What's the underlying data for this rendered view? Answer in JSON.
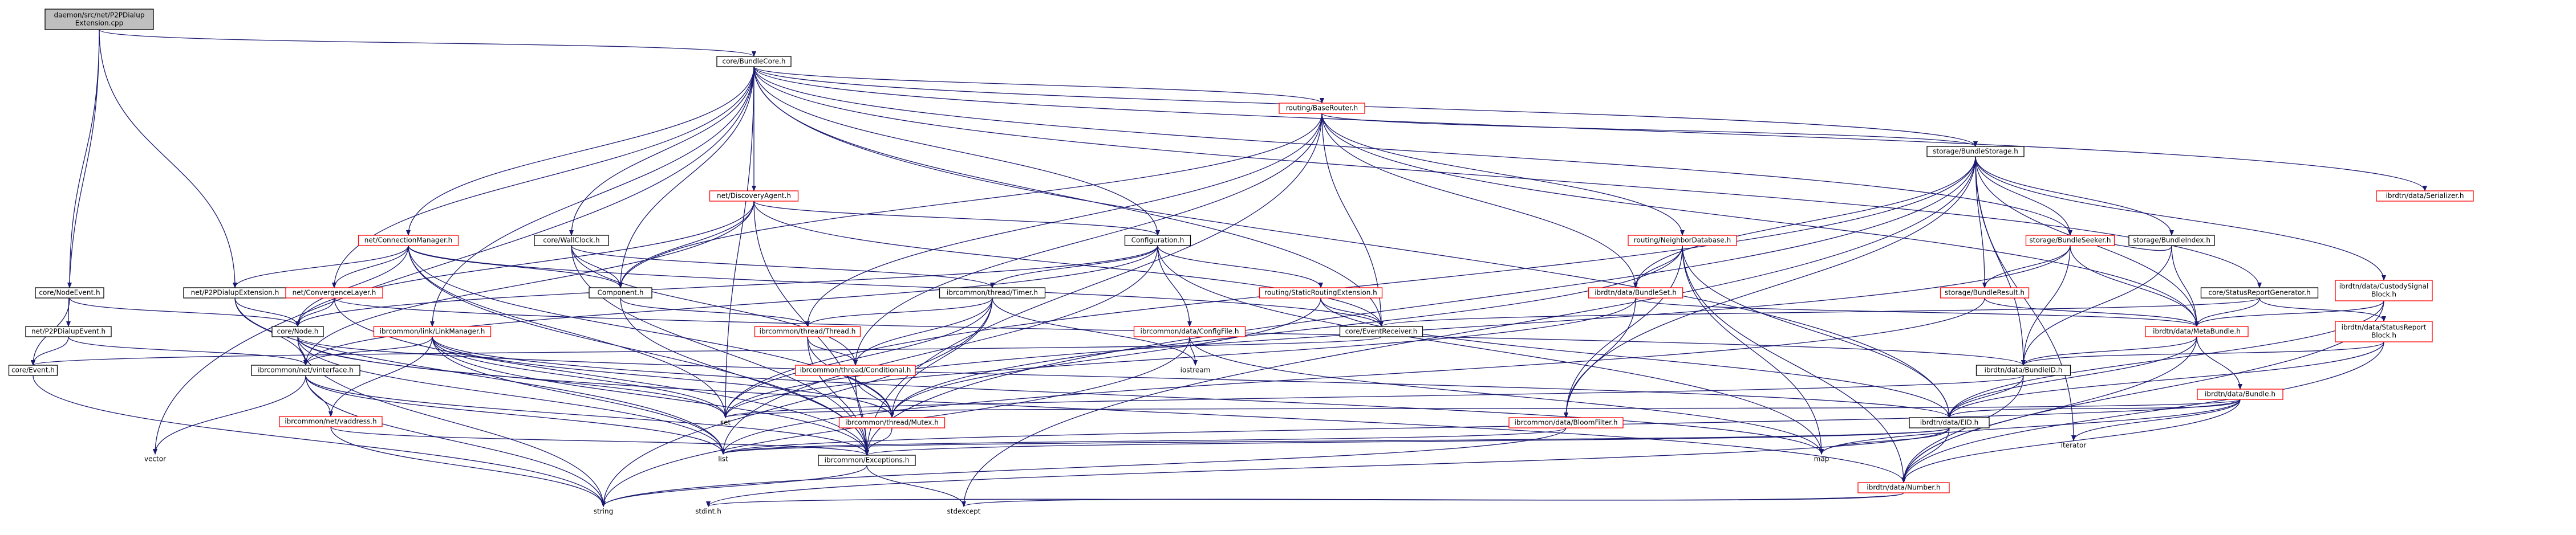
{
  "colors": {
    "edge": "#191970",
    "box_stroke_black": "#000000",
    "box_stroke_red": "#ff0000",
    "box_fill": "#ffffff",
    "root_fill": "#bfbfbf",
    "text": "#000000"
  },
  "nodes": [
    {
      "id": "root",
      "lines": [
        "daemon/src/net/P2PDialup",
        "Extension.cpp"
      ],
      "type": "root"
    },
    {
      "id": "core_bundlecore",
      "lines": [
        "core/BundleCore.h"
      ],
      "type": "black"
    },
    {
      "id": "routing_baserouter",
      "lines": [
        "routing/BaseRouter.h"
      ],
      "type": "red"
    },
    {
      "id": "storage_bundlestorage",
      "lines": [
        "storage/BundleStorage.h"
      ],
      "type": "black"
    },
    {
      "id": "ibrdtn_serializer",
      "lines": [
        "ibrdtn/data/Serializer.h"
      ],
      "type": "red"
    },
    {
      "id": "net_connectionmanager",
      "lines": [
        "net/ConnectionManager.h"
      ],
      "type": "red"
    },
    {
      "id": "net_discoveryagent",
      "lines": [
        "net/DiscoveryAgent.h"
      ],
      "type": "red"
    },
    {
      "id": "core_wallclock",
      "lines": [
        "core/WallClock.h"
      ],
      "type": "black"
    },
    {
      "id": "configuration",
      "lines": [
        "Configuration.h"
      ],
      "type": "black"
    },
    {
      "id": "storage_bundleindex",
      "lines": [
        "storage/BundleIndex.h"
      ],
      "type": "black"
    },
    {
      "id": "storage_bundleseeker",
      "lines": [
        "storage/BundleSeeker.h"
      ],
      "type": "red"
    },
    {
      "id": "routing_neighbordatabase",
      "lines": [
        "routing/NeighborDatabase.h"
      ],
      "type": "red"
    },
    {
      "id": "ibrdtn_custodysignal",
      "lines": [
        "ibrdtn/data/CustodySignal",
        "Block.h"
      ],
      "type": "red"
    },
    {
      "id": "core_nodeevent",
      "lines": [
        "core/NodeEvent.h"
      ],
      "type": "black"
    },
    {
      "id": "net_p2pdialupextension",
      "lines": [
        "net/P2PDialupExtension.h"
      ],
      "type": "black"
    },
    {
      "id": "net_convergencelayer",
      "lines": [
        "net/ConvergenceLayer.h"
      ],
      "type": "red"
    },
    {
      "id": "component",
      "lines": [
        "Component.h"
      ],
      "type": "black"
    },
    {
      "id": "ibrcommon_timer",
      "lines": [
        "ibrcommon/thread/Timer.h"
      ],
      "type": "black"
    },
    {
      "id": "routing_staticrouting",
      "lines": [
        "routing/StaticRoutingExtension.h"
      ],
      "type": "red"
    },
    {
      "id": "ibrdtn_bundleset",
      "lines": [
        "ibrdtn/data/BundleSet.h"
      ],
      "type": "red"
    },
    {
      "id": "storage_bundleresult",
      "lines": [
        "storage/BundleResult.h"
      ],
      "type": "red"
    },
    {
      "id": "core_statusreportgenerator",
      "lines": [
        "core/StatusReportGenerator.h"
      ],
      "type": "black"
    },
    {
      "id": "net_p2pdialupevent",
      "lines": [
        "net/P2PDialupEvent.h"
      ],
      "type": "black"
    },
    {
      "id": "core_node",
      "lines": [
        "core/Node.h"
      ],
      "type": "black"
    },
    {
      "id": "ibrcommon_linkmanager",
      "lines": [
        "ibrcommon/link/LinkManager.h"
      ],
      "type": "red"
    },
    {
      "id": "ibrcommon_thread",
      "lines": [
        "ibrcommon/thread/Thread.h"
      ],
      "type": "red"
    },
    {
      "id": "ibrdtn_configfile",
      "lines": [
        "ibrcommon/data/ConfigFile.h"
      ],
      "type": "red"
    },
    {
      "id": "core_eventreceiver",
      "lines": [
        "core/EventReceiver.h"
      ],
      "type": "black"
    },
    {
      "id": "ibrdtn_metabundle",
      "lines": [
        "ibrdtn/data/MetaBundle.h"
      ],
      "type": "red"
    },
    {
      "id": "ibrdtn_statusreport",
      "lines": [
        "ibrdtn/data/StatusReport",
        "Block.h"
      ],
      "type": "red"
    },
    {
      "id": "core_event",
      "lines": [
        "core/Event.h"
      ],
      "type": "black"
    },
    {
      "id": "ibrcommon_vinterface",
      "lines": [
        "ibrcommon/net/vinterface.h"
      ],
      "type": "black"
    },
    {
      "id": "ibrcommon_conditional",
      "lines": [
        "ibrcommon/thread/Conditional.h"
      ],
      "type": "red"
    },
    {
      "id": "iostream",
      "lines": [
        "iostream"
      ],
      "type": "gray"
    },
    {
      "id": "ibrdtn_bundleid",
      "lines": [
        "ibrdtn/data/BundleID.h"
      ],
      "type": "black"
    },
    {
      "id": "ibrdtn_bundle",
      "lines": [
        "ibrdtn/data/Bundle.h"
      ],
      "type": "red"
    },
    {
      "id": "ibrcommon_vaddress",
      "lines": [
        "ibrcommon/net/vaddress.h"
      ],
      "type": "red"
    },
    {
      "id": "set",
      "lines": [
        "set"
      ],
      "type": "gray"
    },
    {
      "id": "ibrcommon_mutex",
      "lines": [
        "ibrcommon/thread/Mutex.h"
      ],
      "type": "red"
    },
    {
      "id": "ibrcommon_bloomfilter",
      "lines": [
        "ibrcommon/data/BloomFilter.h"
      ],
      "type": "red"
    },
    {
      "id": "ibrdtn_eid",
      "lines": [
        "ibrdtn/data/EID.h"
      ],
      "type": "black"
    },
    {
      "id": "iterator",
      "lines": [
        "iterator"
      ],
      "type": "gray"
    },
    {
      "id": "vector",
      "lines": [
        "vector"
      ],
      "type": "gray"
    },
    {
      "id": "ibrcommon_exceptions",
      "lines": [
        "ibrcommon/Exceptions.h"
      ],
      "type": "black"
    },
    {
      "id": "list",
      "lines": [
        "list"
      ],
      "type": "gray"
    },
    {
      "id": "map",
      "lines": [
        "map"
      ],
      "type": "gray"
    },
    {
      "id": "ibrdtn_number",
      "lines": [
        "ibrdtn/data/Number.h"
      ],
      "type": "red"
    },
    {
      "id": "string",
      "lines": [
        "string"
      ],
      "type": "gray"
    },
    {
      "id": "stdint",
      "lines": [
        "stdint.h"
      ],
      "type": "gray"
    },
    {
      "id": "stdexcept",
      "lines": [
        "stdexcept"
      ],
      "type": "gray"
    }
  ],
  "edges": [
    [
      "root",
      "core_bundlecore"
    ],
    [
      "root",
      "net_p2pdialupextension"
    ],
    [
      "root",
      "core_nodeevent"
    ],
    [
      "root",
      "net_p2pdialupevent"
    ],
    [
      "core_bundlecore",
      "routing_baserouter"
    ],
    [
      "core_bundlecore",
      "storage_bundlestorage"
    ],
    [
      "core_bundlecore",
      "ibrdtn_serializer"
    ],
    [
      "core_bundlecore",
      "net_connectionmanager"
    ],
    [
      "core_bundlecore",
      "net_discoveryagent"
    ],
    [
      "core_bundlecore",
      "core_wallclock"
    ],
    [
      "core_bundlecore",
      "configuration"
    ],
    [
      "core_bundlecore",
      "storage_bundleseeker"
    ],
    [
      "core_bundlecore",
      "core_statusreportgenerator"
    ],
    [
      "core_bundlecore",
      "net_convergencelayer"
    ],
    [
      "core_bundlecore",
      "component"
    ],
    [
      "core_bundlecore",
      "ibrcommon_linkmanager"
    ],
    [
      "core_bundlecore",
      "core_eventreceiver"
    ],
    [
      "core_bundlecore",
      "set"
    ],
    [
      "core_bundlecore",
      "vector"
    ],
    [
      "core_bundlecore",
      "ibrdtn_eid"
    ],
    [
      "routing_baserouter",
      "storage_bundlestorage"
    ],
    [
      "routing_baserouter",
      "routing_neighbordatabase"
    ],
    [
      "routing_baserouter",
      "component"
    ],
    [
      "routing_baserouter",
      "core_eventreceiver"
    ],
    [
      "routing_baserouter",
      "ibrcommon_thread"
    ],
    [
      "routing_baserouter",
      "ibrcommon_conditional"
    ],
    [
      "routing_baserouter",
      "ibrdtn_bundleset"
    ],
    [
      "routing_baserouter",
      "ibrdtn_metabundle"
    ],
    [
      "routing_baserouter",
      "ibrcommon_exceptions"
    ],
    [
      "storage_bundlestorage",
      "storage_bundleindex"
    ],
    [
      "storage_bundlestorage",
      "storage_bundleseeker"
    ],
    [
      "storage_bundlestorage",
      "ibrdtn_custodysignal"
    ],
    [
      "storage_bundlestorage",
      "storage_bundleresult"
    ],
    [
      "storage_bundlestorage",
      "ibrdtn_metabundle"
    ],
    [
      "storage_bundlestorage",
      "ibrdtn_bundleset"
    ],
    [
      "storage_bundlestorage",
      "ibrdtn_bundleid"
    ],
    [
      "storage_bundlestorage",
      "ibrcommon_bloomfilter"
    ],
    [
      "storage_bundlestorage",
      "ibrcommon_exceptions"
    ],
    [
      "storage_bundlestorage",
      "set"
    ],
    [
      "storage_bundlestorage",
      "iterator"
    ],
    [
      "storage_bundlestorage",
      "stdexcept"
    ],
    [
      "net_connectionmanager",
      "net_p2pdialupextension"
    ],
    [
      "net_connectionmanager",
      "net_convergencelayer"
    ],
    [
      "net_connectionmanager",
      "core_node"
    ],
    [
      "net_connectionmanager",
      "component"
    ],
    [
      "net_connectionmanager",
      "core_eventreceiver"
    ],
    [
      "net_connectionmanager",
      "ibrcommon_mutex"
    ],
    [
      "net_connectionmanager",
      "ibrcommon_exceptions"
    ],
    [
      "net_connectionmanager",
      "set"
    ],
    [
      "net_discoveryagent",
      "configuration"
    ],
    [
      "net_discoveryagent",
      "component"
    ],
    [
      "net_discoveryagent",
      "core_node"
    ],
    [
      "net_discoveryagent",
      "ibrcommon_vinterface"
    ],
    [
      "net_discoveryagent",
      "core_eventreceiver"
    ],
    [
      "net_discoveryagent",
      "ibrcommon_exceptions"
    ],
    [
      "core_wallclock",
      "component"
    ],
    [
      "core_wallclock",
      "ibrcommon_timer"
    ],
    [
      "core_wallclock",
      "ibrcommon_conditional"
    ],
    [
      "core_wallclock",
      "ibrcommon_exceptions"
    ],
    [
      "configuration",
      "ibrcommon_timer"
    ],
    [
      "configuration",
      "routing_staticrouting"
    ],
    [
      "configuration",
      "ibrdtn_configfile"
    ],
    [
      "configuration",
      "core_node"
    ],
    [
      "configuration",
      "ibrcommon_vinterface"
    ],
    [
      "configuration",
      "list"
    ],
    [
      "configuration",
      "map"
    ],
    [
      "storage_bundleindex",
      "storage_bundleseeker"
    ],
    [
      "storage_bundleindex",
      "ibrdtn_metabundle"
    ],
    [
      "storage_bundleindex",
      "ibrdtn_bundleid"
    ],
    [
      "storage_bundleseeker",
      "storage_bundleresult"
    ],
    [
      "storage_bundleseeker",
      "ibrdtn_metabundle"
    ],
    [
      "storage_bundleseeker",
      "ibrdtn_bundleid"
    ],
    [
      "storage_bundleseeker",
      "set"
    ],
    [
      "routing_neighbordatabase",
      "ibrdtn_bundleset"
    ],
    [
      "routing_neighbordatabase",
      "ibrdtn_eid"
    ],
    [
      "routing_neighbordatabase",
      "ibrcommon_bloomfilter"
    ],
    [
      "routing_neighbordatabase",
      "ibrcommon_mutex"
    ],
    [
      "routing_neighbordatabase",
      "map"
    ],
    [
      "routing_neighbordatabase",
      "ibrdtn_number"
    ],
    [
      "ibrdtn_custodysignal",
      "ibrdtn_metabundle"
    ],
    [
      "ibrdtn_custodysignal",
      "ibrdtn_eid"
    ],
    [
      "ibrdtn_custodysignal",
      "ibrdtn_number"
    ],
    [
      "core_nodeevent",
      "core_node"
    ],
    [
      "core_nodeevent",
      "core_event"
    ],
    [
      "net_p2pdialupextension",
      "core_node"
    ],
    [
      "net_p2pdialupextension",
      "ibrcommon_vinterface"
    ],
    [
      "net_p2pdialupextension",
      "list"
    ],
    [
      "net_convergencelayer",
      "core_node"
    ],
    [
      "net_convergencelayer",
      "ibrdtn_bundleid"
    ],
    [
      "net_convergencelayer",
      "ibrcommon_exceptions"
    ],
    [
      "component",
      "ibrcommon_thread"
    ],
    [
      "component",
      "ibrcommon_exceptions"
    ],
    [
      "ibrcommon_timer",
      "ibrcommon_thread"
    ],
    [
      "ibrcommon_timer",
      "ibrcommon_conditional"
    ],
    [
      "ibrcommon_timer",
      "ibrcommon_mutex"
    ],
    [
      "ibrcommon_timer",
      "set"
    ],
    [
      "ibrcommon_timer",
      "iostream"
    ],
    [
      "ibrcommon_timer",
      "string"
    ],
    [
      "routing_staticrouting",
      "core_eventreceiver"
    ],
    [
      "routing_staticrouting",
      "ibrdtn_eid"
    ],
    [
      "routing_staticrouting",
      "ibrcommon_mutex"
    ],
    [
      "ibrdtn_bundleset",
      "ibrdtn_metabundle"
    ],
    [
      "ibrdtn_bundleset",
      "ibrcommon_bloomfilter"
    ],
    [
      "ibrdtn_bundleset",
      "set"
    ],
    [
      "storage_bundleresult",
      "ibrdtn_metabundle"
    ],
    [
      "storage_bundleresult",
      "list"
    ],
    [
      "core_statusreportgenerator",
      "core_eventreceiver"
    ],
    [
      "core_statusreportgenerator",
      "ibrdtn_metabundle"
    ],
    [
      "core_statusreportgenerator",
      "ibrdtn_statusreport"
    ],
    [
      "net_p2pdialupevent",
      "core_event"
    ],
    [
      "net_p2pdialupevent",
      "ibrcommon_vinterface"
    ],
    [
      "core_node",
      "ibrdtn_eid"
    ],
    [
      "core_node",
      "ibrcommon_vinterface"
    ],
    [
      "core_node",
      "ibrdtn_number"
    ],
    [
      "core_node",
      "set"
    ],
    [
      "core_node",
      "list"
    ],
    [
      "core_node",
      "string"
    ],
    [
      "ibrcommon_linkmanager",
      "ibrcommon_vinterface"
    ],
    [
      "ibrcommon_linkmanager",
      "ibrcommon_vaddress"
    ],
    [
      "ibrcommon_linkmanager",
      "ibrcommon_mutex"
    ],
    [
      "ibrcommon_linkmanager",
      "map"
    ],
    [
      "ibrcommon_linkmanager",
      "set"
    ],
    [
      "ibrcommon_linkmanager",
      "list"
    ],
    [
      "ibrcommon_linkmanager",
      "ibrcommon_exceptions"
    ],
    [
      "ibrcommon_thread",
      "ibrcommon_conditional"
    ],
    [
      "ibrcommon_thread",
      "ibrcommon_mutex"
    ],
    [
      "ibrcommon_thread",
      "ibrcommon_exceptions"
    ],
    [
      "ibrdtn_configfile",
      "iostream"
    ],
    [
      "ibrdtn_configfile",
      "map"
    ],
    [
      "ibrdtn_configfile",
      "string"
    ],
    [
      "core_eventreceiver",
      "core_event"
    ],
    [
      "ibrdtn_metabundle",
      "ibrdtn_bundleid"
    ],
    [
      "ibrdtn_metabundle",
      "ibrdtn_bundle"
    ],
    [
      "ibrdtn_metabundle",
      "ibrdtn_eid"
    ],
    [
      "ibrdtn_metabundle",
      "ibrdtn_number"
    ],
    [
      "ibrdtn_statusreport",
      "ibrdtn_bundleid"
    ],
    [
      "ibrdtn_statusreport",
      "ibrdtn_eid"
    ],
    [
      "ibrdtn_statusreport",
      "ibrdtn_number"
    ],
    [
      "core_event",
      "string"
    ],
    [
      "ibrcommon_vinterface",
      "ibrcommon_vaddress"
    ],
    [
      "ibrcommon_vinterface",
      "ibrcommon_exceptions"
    ],
    [
      "ibrcommon_vinterface",
      "list"
    ],
    [
      "ibrcommon_vinterface",
      "string"
    ],
    [
      "ibrcommon_vinterface",
      "vector"
    ],
    [
      "ibrcommon_conditional",
      "ibrcommon_mutex"
    ],
    [
      "ibrcommon_conditional",
      "ibrcommon_exceptions"
    ],
    [
      "ibrdtn_bundleid",
      "ibrdtn_eid"
    ],
    [
      "ibrdtn_bundleid",
      "ibrdtn_number"
    ],
    [
      "ibrdtn_bundleid",
      "set"
    ],
    [
      "ibrdtn_bundle",
      "ibrdtn_eid"
    ],
    [
      "ibrdtn_bundle",
      "ibrdtn_number"
    ],
    [
      "ibrdtn_bundle",
      "list"
    ],
    [
      "ibrdtn_bundle",
      "map"
    ],
    [
      "ibrdtn_bundle",
      "iterator"
    ],
    [
      "ibrdtn_bundle",
      "set"
    ],
    [
      "ibrcommon_vaddress",
      "ibrcommon_exceptions"
    ],
    [
      "ibrcommon_vaddress",
      "string"
    ],
    [
      "ibrcommon_mutex",
      "ibrcommon_exceptions"
    ],
    [
      "ibrcommon_bloomfilter",
      "list"
    ],
    [
      "ibrcommon_bloomfilter",
      "string"
    ],
    [
      "ibrdtn_eid",
      "ibrdtn_number"
    ],
    [
      "ibrdtn_eid",
      "list"
    ],
    [
      "ibrdtn_eid",
      "map"
    ],
    [
      "ibrdtn_eid",
      "stdint"
    ],
    [
      "ibrdtn_eid",
      "ibrcommon_exceptions"
    ],
    [
      "ibrcommon_exceptions",
      "string"
    ],
    [
      "ibrcommon_exceptions",
      "stdexcept"
    ],
    [
      "ibrdtn_number",
      "stdint"
    ],
    [
      "ibrdtn_number",
      "stdexcept"
    ]
  ]
}
